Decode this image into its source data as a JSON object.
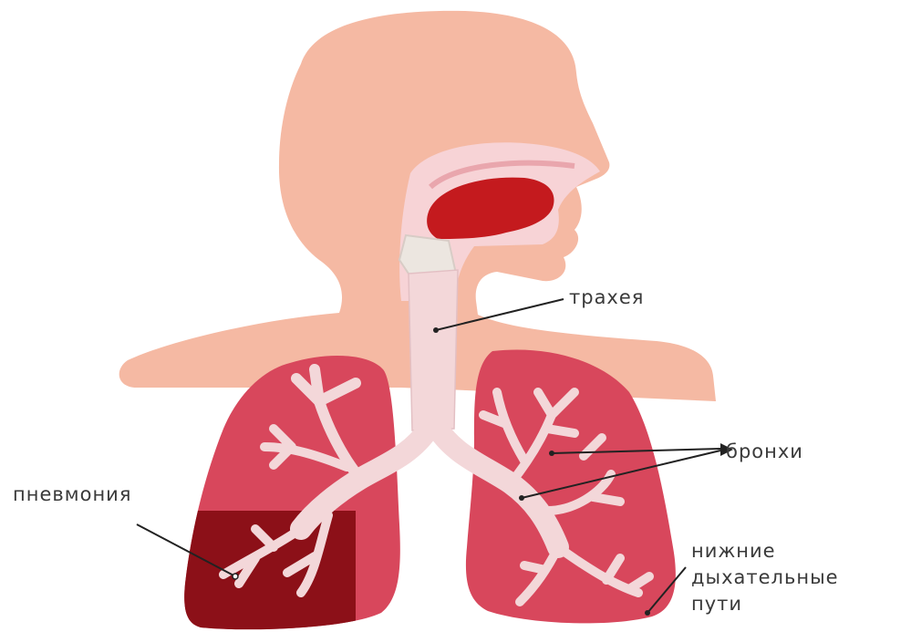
{
  "labels": {
    "trachea": "трахея",
    "bronchi": "бронхи",
    "pneumonia": "пневмония",
    "lower_airways": [
      "нижние",
      "дыхательные",
      "пути"
    ]
  },
  "colors": {
    "skin": "#f5b9a3",
    "lung": "#d8475c",
    "pneumonia": "#8c1018",
    "airway": "#f3d7d9",
    "mouth": "#c41a1e",
    "pointer": "#222222"
  }
}
